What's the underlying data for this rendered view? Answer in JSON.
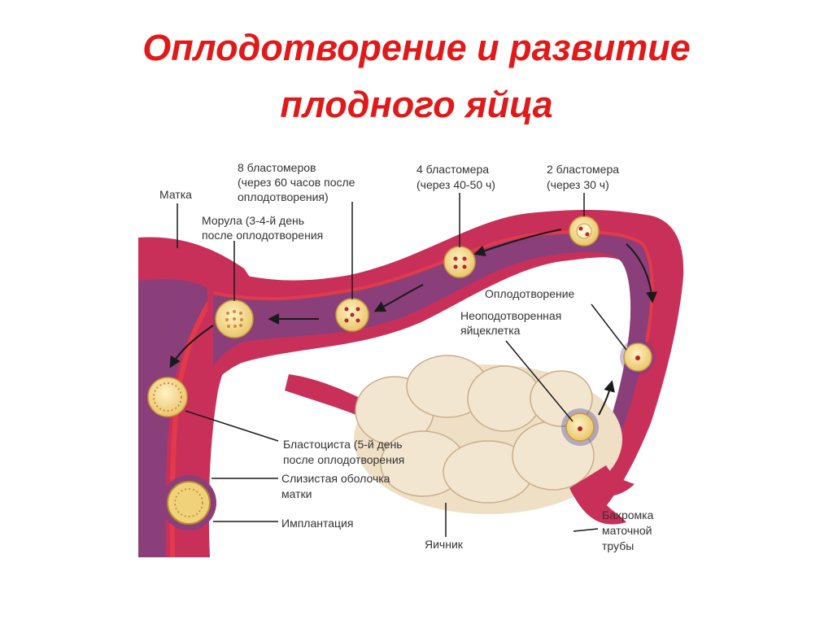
{
  "title": {
    "line1": "Оплодотворение и развитие",
    "line2": "плодного яйца"
  },
  "labels": {
    "uterus": "Матка",
    "blast8_l1": "8 бластомеров",
    "blast8_l2": "(через 60 часов после",
    "blast8_l3": "оплодотворения)",
    "morula_l1": "Морула (3-4-й день",
    "morula_l2": "после оплодотворения",
    "blast4_l1": "4 бластомера",
    "blast4_l2": "(через 40-50 ч)",
    "blast2_l1": "2 бластомера",
    "blast2_l2": "(через 30 ч)",
    "fertilization": "Оплодотворение",
    "unfert_l1": "Неоподотворенная",
    "unfert_l2": "яйцеклетка",
    "blastocyst_l1": "Бластоциста (5-й день",
    "blastocyst_l2": "после оплодотворения",
    "mucosa_l1": "Слизистая оболочка",
    "mucosa_l2": "матки",
    "implantation": "Имплантация",
    "ovary": "Яичник",
    "fimbria_l1": "Бахромка",
    "fimbria_l2": "маточной",
    "fimbria_l3": "трубы"
  },
  "colors": {
    "title": "#e01a1a",
    "tissue": "#c8305a",
    "lumen": "#8a3f7a",
    "mucosa": "#e23a4a",
    "cell": "#f5d98a",
    "ovary": "#efdfc5"
  }
}
